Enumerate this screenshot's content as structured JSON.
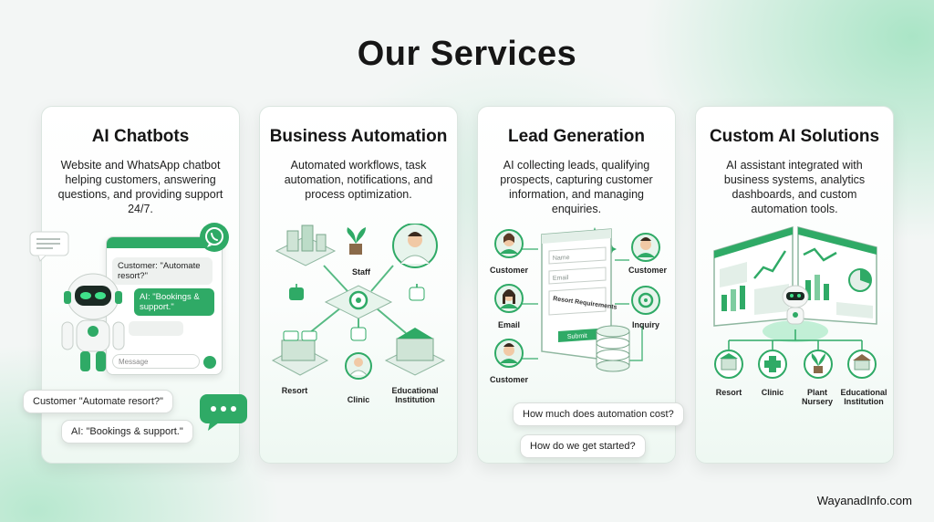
{
  "page": {
    "title": "Our Services",
    "footer": "WayanadInfo.com"
  },
  "colors": {
    "accent": "#2faa66",
    "accent_dark": "#1f8a4e",
    "accent_light": "#d6f1e1"
  },
  "cards": [
    {
      "title": "AI Chatbots",
      "description": "Website and WhatsApp chatbot helping customers, answering questions, and providing support 24/7.",
      "chat": {
        "customer_msg": "Customer: \"Automate resort?\"",
        "ai_msg": "AI: \"Bookings & support.\"",
        "input_placeholder": "Message"
      },
      "bubbles": [
        "Customer \"Automate resort?\"",
        "AI: \"Bookings & support.\""
      ],
      "icons": [
        "robot-icon",
        "whatsapp-icon",
        "chat-dots-icon",
        "message-icon"
      ]
    },
    {
      "title": "Business Automation",
      "description": "Automated workflows, task automation, notifications, and process optimization.",
      "labels": {
        "staff": "Staff",
        "resort": "Resort",
        "clinic": "Clinic",
        "education": "Educational Institution"
      }
    },
    {
      "title": "Lead Generation",
      "description": "AI collecting leads, qualifying prospects, capturing customer information, and managing enquiries.",
      "labels": {
        "customer_left_top": "Customer",
        "email": "Email",
        "customer_left_bottom": "Customer",
        "customer_right": "Customer",
        "inquiry": "Inquiry"
      },
      "form": {
        "name": "Name",
        "email": "Email",
        "requirements": "Resort Requirements",
        "submit": "Submit"
      },
      "questions": [
        "How much does automation cost?",
        "How do we get started?"
      ]
    },
    {
      "title": "Custom AI Solutions",
      "description": "AI assistant integrated with business systems, analytics dashboards, and custom automation tools.",
      "labels": {
        "resort": "Resort",
        "clinic": "Clinic",
        "nursery": "Plant Nursery",
        "education": "Educational Institution"
      }
    }
  ]
}
